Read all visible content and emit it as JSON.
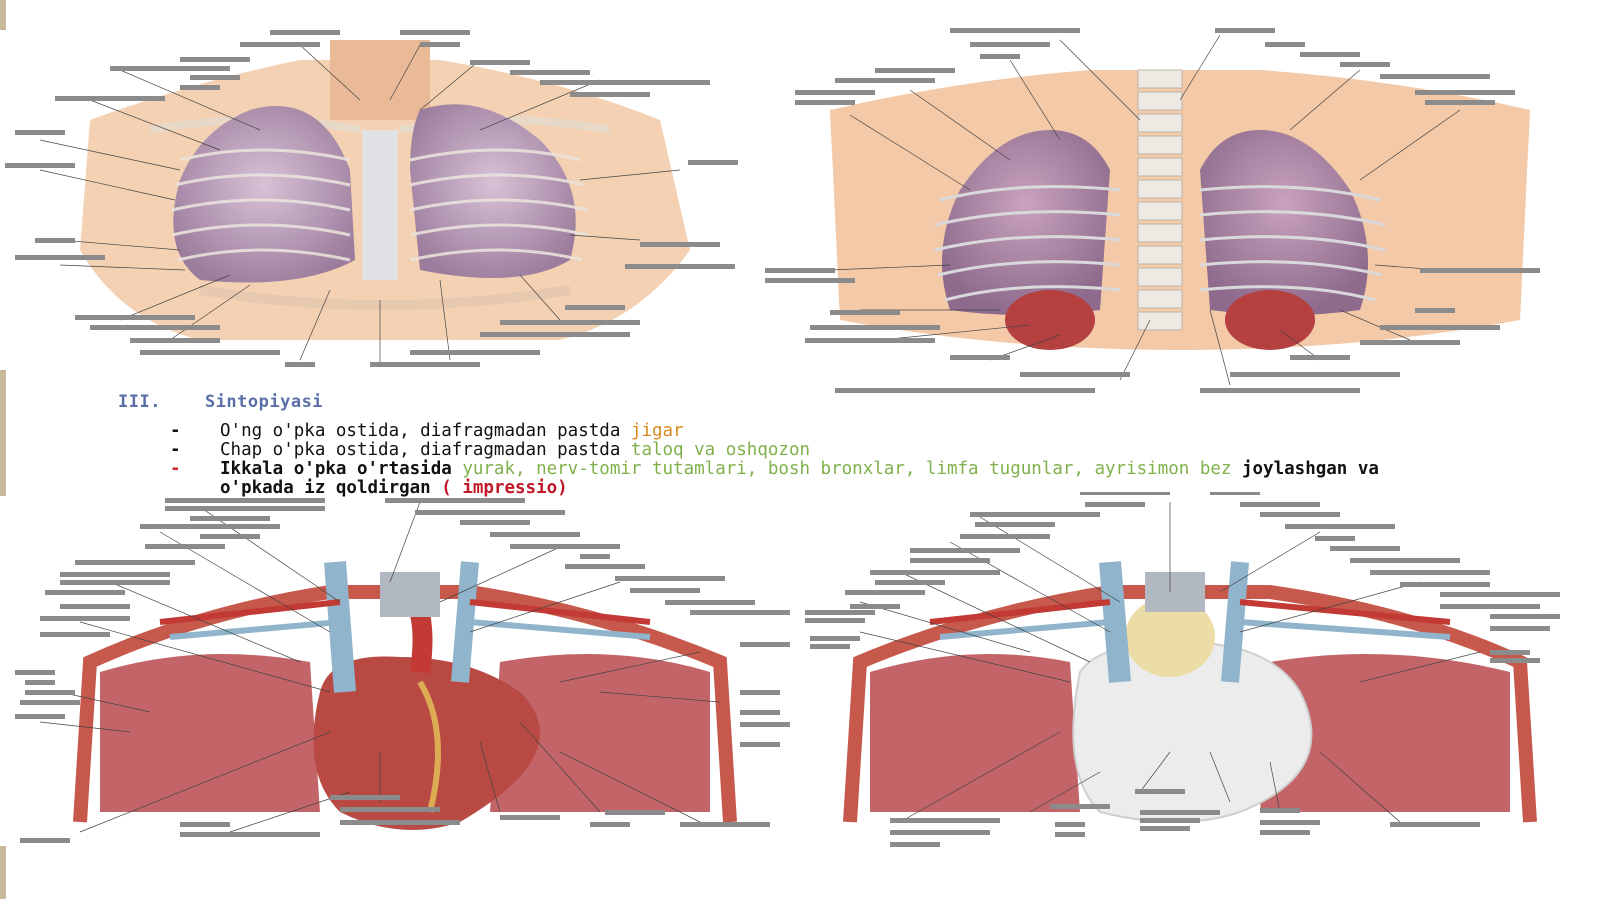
{
  "section": {
    "number": "III.",
    "title": "Sintopiyasi"
  },
  "bullets": [
    {
      "text": "O'ng o'pka ostida, diafragmadan pastda ",
      "highlight": "jigar"
    },
    {
      "text": "Chap o'pka ostida, diafragmadan pastda ",
      "highlight": "taloq va oshqozon"
    },
    {
      "text": "Ikkala o'pka o'rtasida ",
      "highlight": "yurak, nerv-tomir tutamlari, bosh bronxlar, limfa tugunlar, ayrisimon bez",
      "text2": " joylashgan va o'pkada iz qoldirgan ",
      "highlight2": "( impressio)"
    }
  ],
  "figures": [
    {
      "description_icon": "lungs-anterior-view-illustration"
    },
    {
      "description_icon": "lungs-posterior-view-illustration"
    },
    {
      "description_icon": "mediastinum-heart-view-illustration"
    },
    {
      "description_icon": "mediastinum-pericardium-view-illustration"
    }
  ],
  "colors": {
    "heading": "#5a6fa8",
    "highlight_orange": "#d98a1f",
    "highlight_green": "#7fb04a",
    "highlight_red": "#c0182a",
    "lung": "#b49ab4",
    "skin": "#f2c9a4",
    "muscle": "#b5484a",
    "vessel_blue": "#8fb4cc",
    "vessel_red": "#c23a33"
  }
}
